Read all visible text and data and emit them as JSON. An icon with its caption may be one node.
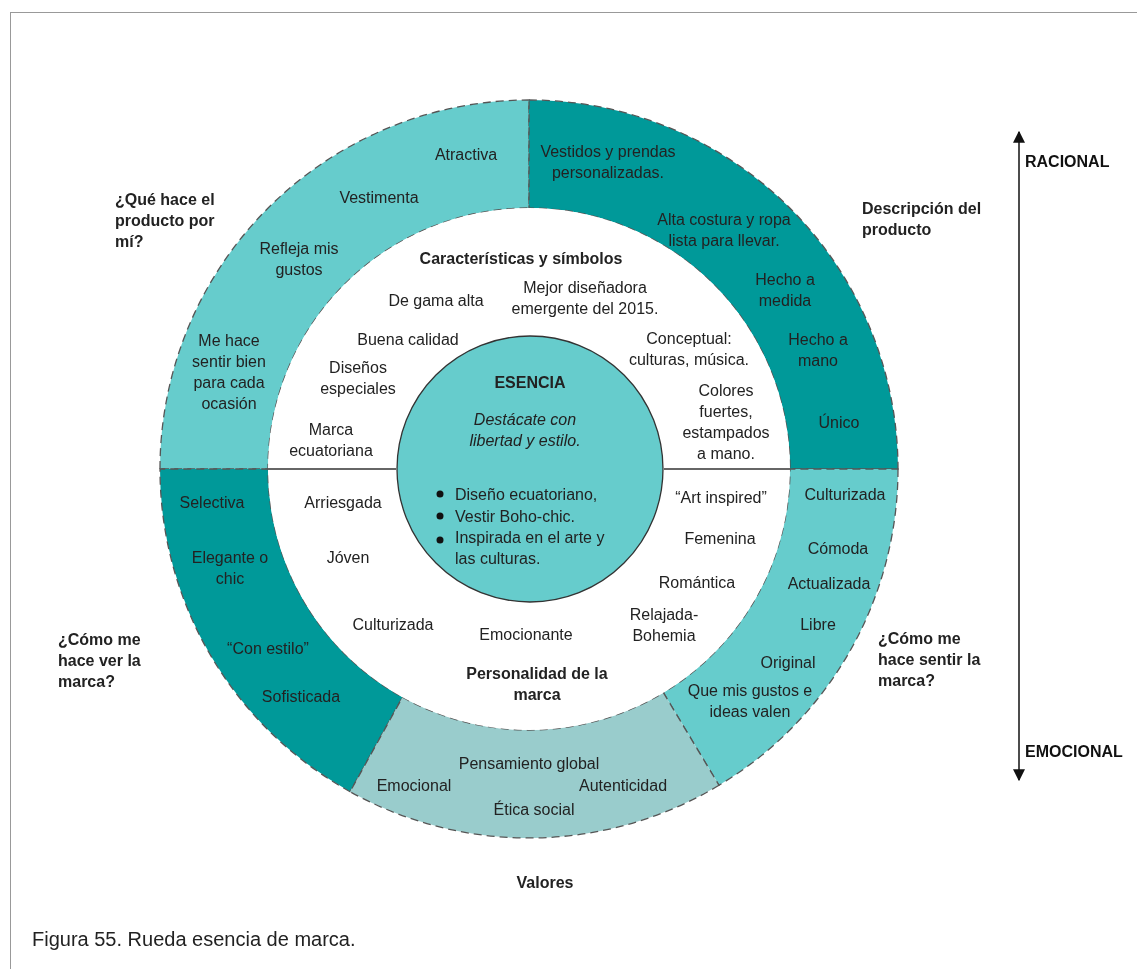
{
  "diagram": {
    "caption": "Figura 55. Rueda esencia de marca.",
    "nodes": [
      {
        "text": [
          "¿Qué hace el producto por mí?",
          "Atractiva",
          "Vestimenta",
          "Refleja mis gustos",
          "Me hace sentir bien para cada ocasión"
        ]
      },
      {
        "text": [
          "Descripción del producto",
          "Vestidos y prendas personalizadas.",
          "Alta costura y ropa lista para llevar.",
          "Hecho a medida",
          "Hecho a mano",
          "Único"
        ]
      },
      {
        "text": [
          "Características y símbolos",
          "De gama alta",
          "Mejor diseñadora emergente del 2015.",
          "Buena calidad",
          "Conceptual: culturas, música.",
          "Diseños especiales",
          "Colores fuertes, estampados a mano.",
          "Marca ecuatoriana"
        ]
      },
      {
        "text": [
          "ESENCIA",
          "Destácate con libertad y estilo.",
          "Diseño ecuatoriano,",
          "Vestir Boho-chic.",
          "Inspirada en el arte y las culturas."
        ]
      },
      {
        "text": [
          "Selectiva",
          "Elegante o chic",
          "“Con estilo”",
          "Sofisticada",
          "¿Cómo me hace ver la marca?"
        ]
      },
      {
        "text": [
          "Arriesgada",
          "“Art inspired”",
          "Jóven",
          "Femenina",
          "Romántica",
          "Culturizada",
          "Relajada-Bohemia",
          "Emocionante",
          "Personalidad de la marca"
        ]
      },
      {
        "text": [
          "Culturizada",
          "Cómoda",
          "Actualizada",
          "Libre",
          "¿Cómo me hace sentir la marca?",
          "Original",
          "Que mis gustos e ideas valen"
        ]
      },
      {
        "text": [
          "Pensamiento global",
          "Emocional",
          "Autenticidad",
          "Ética social",
          "Valores"
        ]
      }
    ],
    "labels": [
      "RACIONAL",
      "EMOCIONAL"
    ]
  }
}
